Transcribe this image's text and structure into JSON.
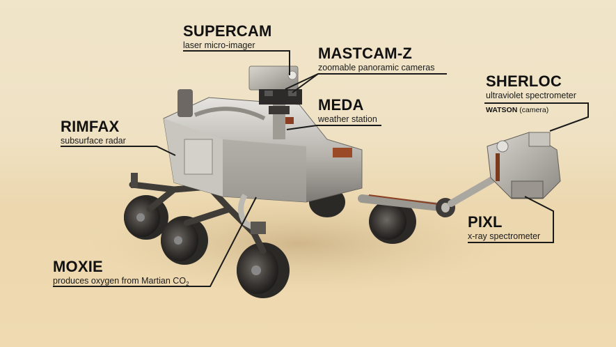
{
  "diagram": {
    "subject": "Mars rover science instruments",
    "background_color": "#efe2c4",
    "label_color": "#111111",
    "leader_color": "#1a1a1a"
  },
  "callouts": {
    "supercam": {
      "title": "SUPERCAM",
      "subtitle": "laser micro-imager"
    },
    "mastcam": {
      "title": "MASTCAM-Z",
      "subtitle": "zoomable panoramic cameras"
    },
    "meda": {
      "title": "MEDA",
      "subtitle": "weather station"
    },
    "sherloc": {
      "title": "SHERLOC",
      "subtitle": "ultraviolet spectrometer",
      "extra_bold": "WATSON",
      "extra_rest": " (camera)"
    },
    "rimfax": {
      "title": "RIMFAX",
      "subtitle": "subsurface radar"
    },
    "pixl": {
      "title": "PIXL",
      "subtitle": "x-ray spectrometer"
    },
    "moxie": {
      "title": "MOXIE",
      "subtitle": "produces oxygen from Martian CO",
      "subscript": "2"
    }
  }
}
